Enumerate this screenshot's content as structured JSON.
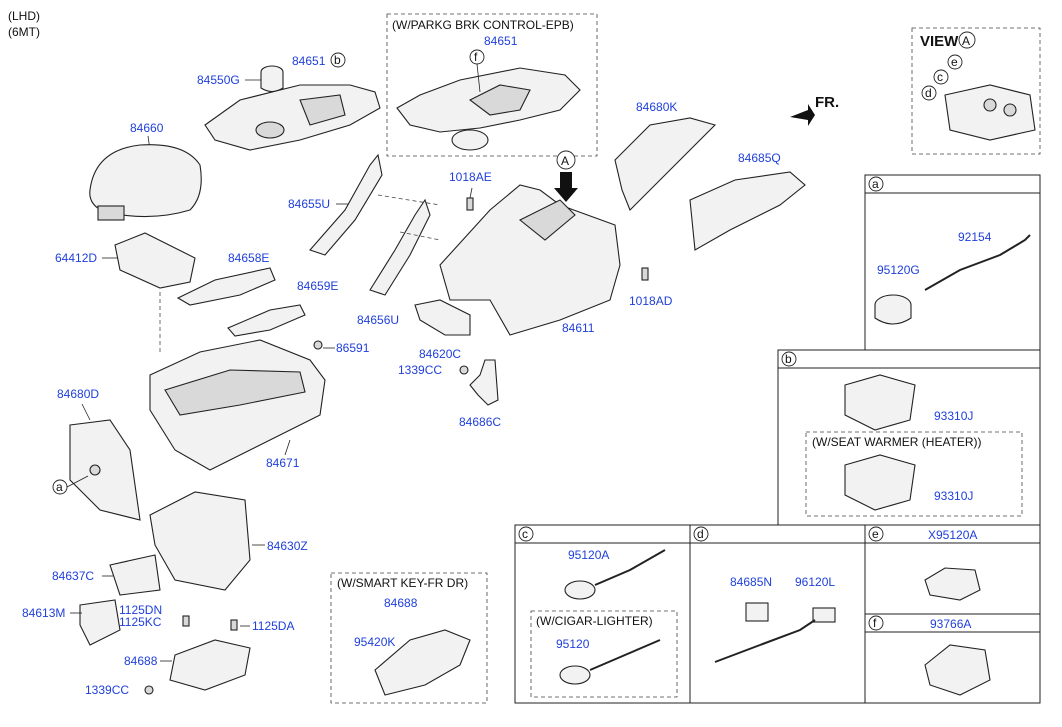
{
  "header": {
    "line1": "(LHD)",
    "line2": "(6MT)"
  },
  "view_label": "VIEW",
  "view_letter": "A",
  "fr_label": "FR.",
  "arrow_letter": "A",
  "boxes": {
    "epb": "(W/PARKG BRK CONTROL-EPB)",
    "smart_key": "(W/SMART KEY-FR DR)",
    "seat_warmer": "(W/SEAT WARMER (HEATER))",
    "cigar": "(W/CIGAR-LIGHTER)"
  },
  "callouts": {
    "a": "a",
    "b": "b",
    "c": "c",
    "d": "d",
    "e": "e",
    "f": "f"
  },
  "parts": {
    "p84651a": "84651",
    "p84550G": "84550G",
    "p84651b": "84651",
    "p84660": "84660",
    "p64412D": "64412D",
    "p84658E": "84658E",
    "p84655U": "84655U",
    "p84659E": "84659E",
    "p84656U": "84656U",
    "p86591": "86591",
    "p84680D": "84680D",
    "p84671": "84671",
    "p1018AE": "1018AE",
    "p84620C": "84620C",
    "p1339CCa": "1339CC",
    "p84686C": "84686C",
    "p84611": "84611",
    "p1018AD": "1018AD",
    "p84680K": "84680K",
    "p84685Q": "84685Q",
    "p84630Z": "84630Z",
    "p84637C": "84637C",
    "p84613M": "84613M",
    "p1125DN": "1125DN",
    "p1125KC": "1125KC",
    "p1125DA": "1125DA",
    "p84688a": "84688",
    "p1339CCb": "1339CC",
    "p84688b": "84688",
    "p95420K": "95420K",
    "p92154": "92154",
    "p95120G": "95120G",
    "p93310Ja": "93310J",
    "p93310Jb": "93310J",
    "p95120A": "95120A",
    "p95120": "95120",
    "p84685N": "84685N",
    "p96120L": "96120L",
    "pX95120A": "X95120A",
    "p93766A": "93766A"
  }
}
